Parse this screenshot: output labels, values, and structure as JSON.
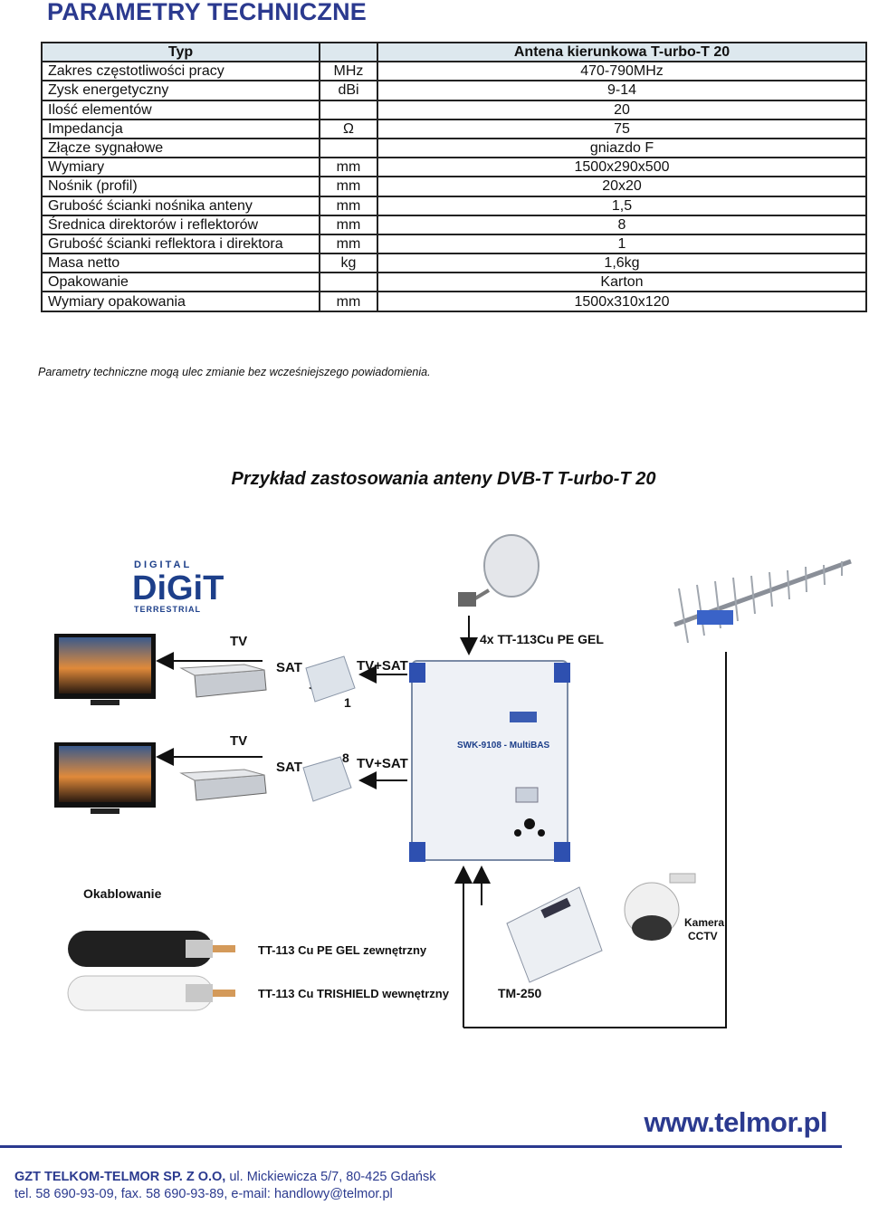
{
  "title": "PARAMETRY TECHNICZNE",
  "table": {
    "header": [
      "Typ",
      "",
      "Antena kierunkowa T-urbo-T 20"
    ],
    "rows": [
      [
        "Zakres częstotliwości pracy",
        "MHz",
        "470-790MHz"
      ],
      [
        "Zysk energetyczny",
        "dBi",
        "9-14"
      ],
      [
        "Ilość elementów",
        "",
        "20"
      ],
      [
        "Impedancja",
        "Ω",
        "75"
      ],
      [
        "Złącze sygnałowe",
        "",
        "gniazdo F"
      ],
      [
        "Wymiary",
        "mm",
        "1500x290x500"
      ],
      [
        "Nośnik (profil)",
        "mm",
        "20x20"
      ],
      [
        "Grubość ścianki nośnika anteny",
        "mm",
        "1,5"
      ],
      [
        "Średnica direktorów i reflektorów",
        "mm",
        "8"
      ],
      [
        "Grubość ścianki reflektora i direktora",
        "mm",
        "1"
      ],
      [
        "Masa netto",
        "kg",
        "1,6kg"
      ],
      [
        "Opakowanie",
        "",
        "Karton"
      ],
      [
        "Wymiary opakowania",
        "mm",
        "1500x310x120"
      ]
    ]
  },
  "note": "Parametry techniczne mogą ulec zmianie bez wcześniejszego powiadomienia.",
  "example_title": "Przykład zastosowania anteny DVB-T T-urbo-T 20",
  "diagram": {
    "logo_top": "DIGITAL",
    "logo_main": "DiGiT",
    "logo_bottom": "TERRESTRIAL",
    "tv_label_1": "TV",
    "sat_label_1": "SAT",
    "tvsat_label_1": "TV+SAT",
    "num_1": "1",
    "tv_label_2": "TV",
    "sat_label_2": "SAT",
    "tvsat_label_2": "TV+SAT",
    "num_8": "8",
    "lnb_label": "4x TT-113Cu PE GEL",
    "multiswitch_name": "SWK-9108 - MultiBAS",
    "okablowanie": "Okablowanie",
    "cable_1": "TT-113 Cu PE GEL zewnętrzny",
    "cable_2": "TT-113 Cu TRISHIELD wewnętrzny",
    "tm_label": "TM-250",
    "camera_label_1": "Kamera",
    "camera_label_2": "CCTV"
  },
  "footer": {
    "website": "www.telmor.pl",
    "company": "GZT TELKOM-TELMOR SP. Z O.O,",
    "address": " ul. Mickiewicza 5/7, 80-425 Gdańsk",
    "contact": "tel. 58 690-93-09, fax. 58 690-93-89, e-mail: handlowy@telmor.pl"
  },
  "colors": {
    "brand_blue": "#2b3a8f",
    "header_fill": "#dde8ee"
  }
}
